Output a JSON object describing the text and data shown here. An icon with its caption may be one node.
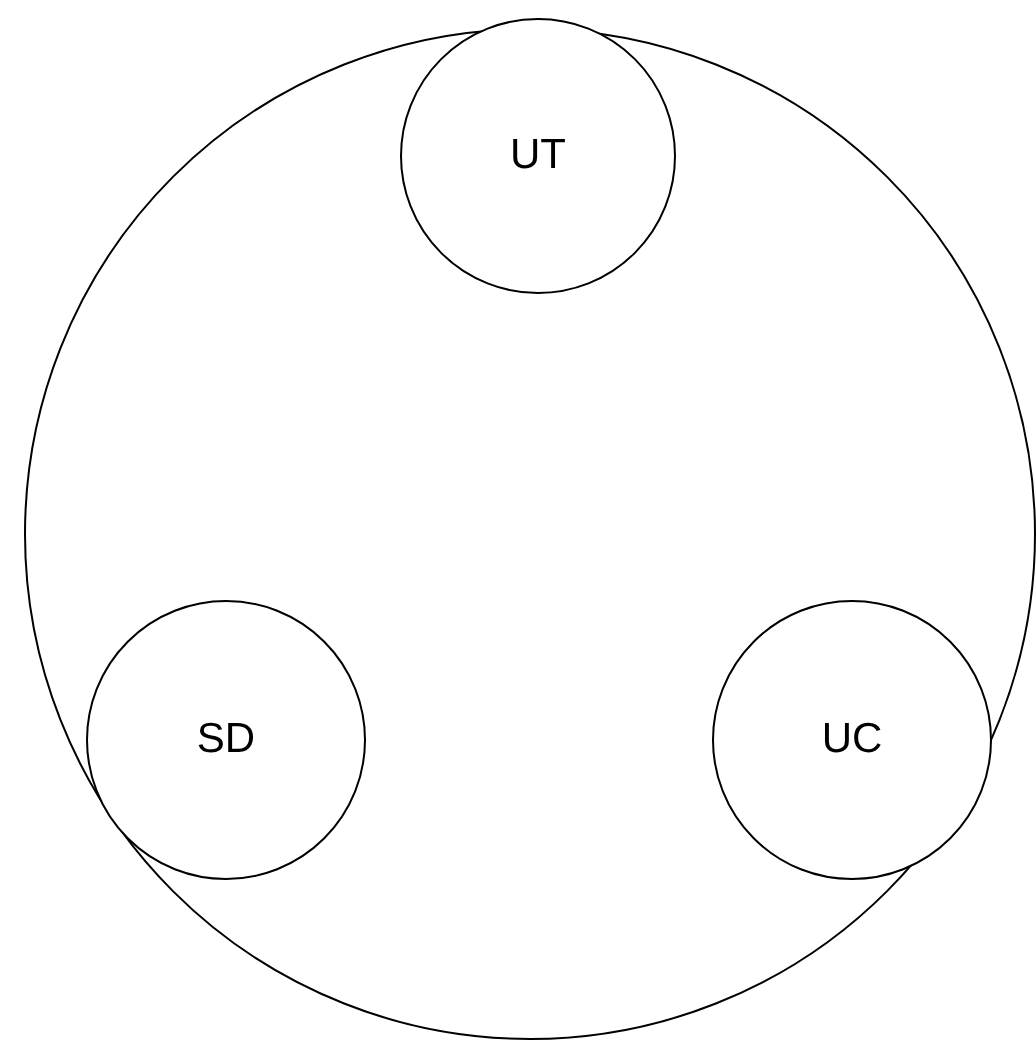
{
  "diagram": {
    "nodes": [
      {
        "text": [],
        "shape": "circle"
      },
      {
        "text": [
          "UT"
        ],
        "in": 0
      },
      {
        "text": [
          "SD"
        ],
        "in": 0
      },
      {
        "text": [
          "UC"
        ],
        "in": 0
      }
    ]
  }
}
